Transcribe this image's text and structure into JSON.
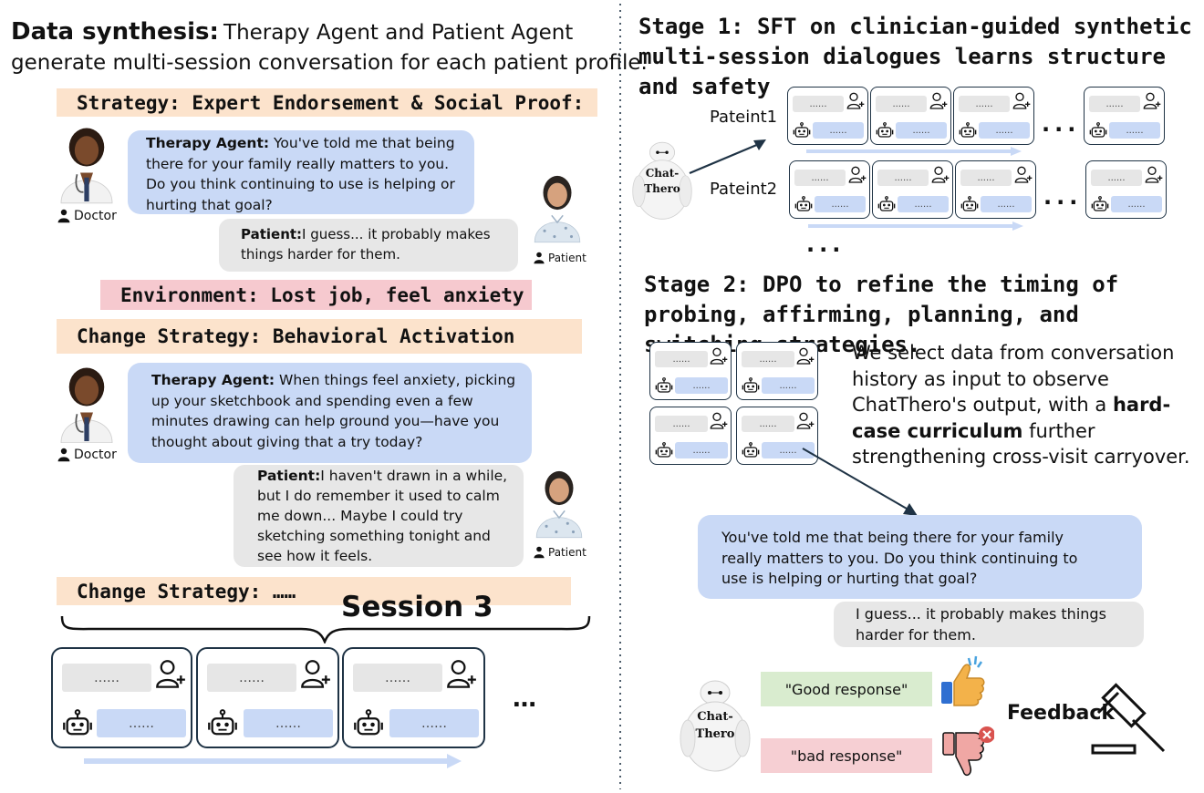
{
  "left": {
    "title_bold": "Data synthesis:",
    "title_rest": "Therapy Agent and Patient Agent",
    "title_line2": "generate multi-session conversation for each patient profile.",
    "strategy1": "Strategy: Expert Endorsement & Social Proof:",
    "dialog1": {
      "therapist_speaker": "Therapy Agent:",
      "therapist_text": "You've told me that being there for your family really matters to you. Do you think continuing to use is helping or hurting that goal?",
      "patient_speaker": "Patient:",
      "patient_text": "I guess... it probably makes things harder for them."
    },
    "environment": "Environment: Lost job, feel anxiety",
    "strategy2": "Change Strategy: Behavioral Activation",
    "dialog2": {
      "therapist_speaker": "Therapy Agent:",
      "therapist_text": "When things feel anxiety, picking up your sketchbook and spending even a few minutes drawing can help ground you—have you thought about giving that a try today?",
      "patient_speaker": "Patient:",
      "patient_text": "I haven't drawn in a while, but I do remember it used to calm me down... Maybe I could try sketching something tonight and see how it feels."
    },
    "doctor_label": "Doctor",
    "patient_label": "Patient",
    "strategy3": "Change Strategy: ……",
    "session_label": "Session 3",
    "placeholder": "……",
    "ellipsis": "…"
  },
  "stage1": {
    "title": "Stage 1: SFT on clinician-guided synthetic multi-session dialogues learns structure and safety",
    "patient1": "Pateint1",
    "patient2": "Pateint2",
    "model_name_line1": "Chat-",
    "model_name_line2": "Thero",
    "placeholder": "......",
    "ellipsis": "..."
  },
  "stage2": {
    "title": "Stage 2: DPO to refine the timing of probing, affirming, planning, and switching strategies.",
    "desc_before_bold": "We select data from conversation history as input to observe ChatThero's output, with a",
    "desc_bold": "hard-case curriculum",
    "desc_after": "further strengthening cross-visit carryover.",
    "therapist_text": "You've told me that being there for your family really matters to you. Do you think continuing to use is helping or hurting that goal?",
    "patient_text": "I guess... it probably makes things harder for them.",
    "good": "\"Good response\"",
    "bad": "\"bad response\"",
    "feedback": "Feedback",
    "placeholder": "......"
  },
  "colors": {
    "band_orange": "#fce3cc",
    "band_pink": "#f6c9cf",
    "bubble_blue": "#c9d9f6",
    "bubble_gray": "#e7e7e7",
    "good_green": "#d9eccf",
    "bad_pink": "#f6cfd3",
    "arrow_navy": "#1f3345"
  }
}
